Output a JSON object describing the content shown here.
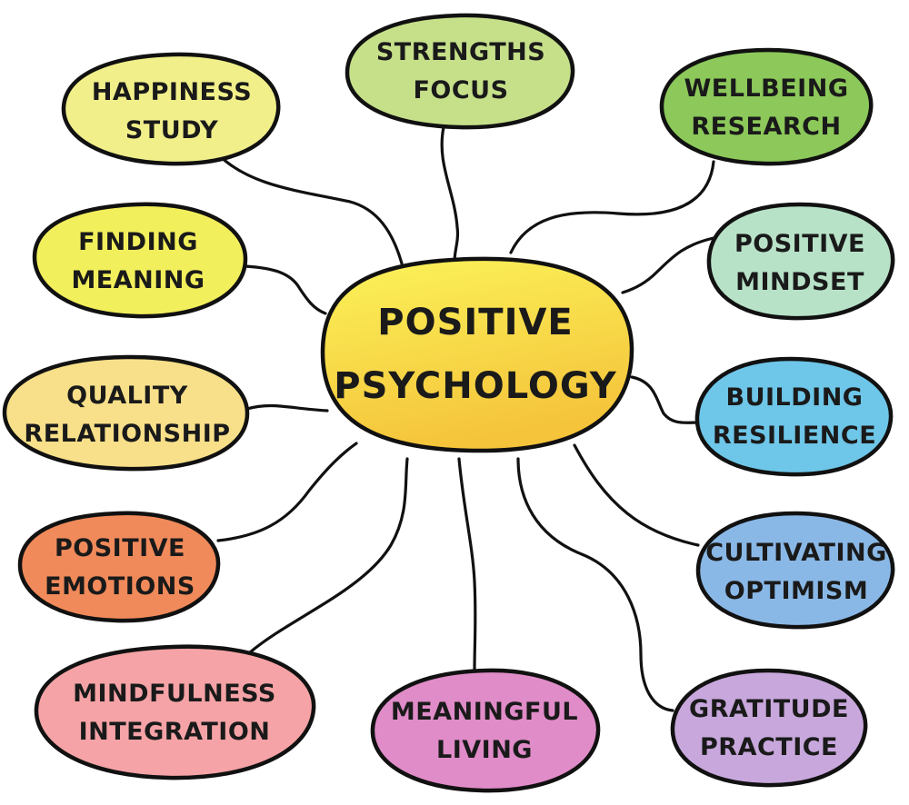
{
  "center": {
    "lines": [
      "POSITIVE",
      "PSYCHOLOGY"
    ],
    "color_top": "#fbf35a",
    "color_bottom": "#f5c43a"
  },
  "branches": [
    {
      "id": "happiness-study",
      "lines": [
        "HAPPINESS",
        "STUDY"
      ],
      "color": "#f1ef8a"
    },
    {
      "id": "strengths-focus",
      "lines": [
        "STRENGTHS",
        "FOCUS"
      ],
      "color": "#c6e08a"
    },
    {
      "id": "wellbeing-research",
      "lines": [
        "WELLBEING",
        "RESEARCH"
      ],
      "color": "#8cc85a"
    },
    {
      "id": "finding-meaning",
      "lines": [
        "FINDING",
        "MEANING"
      ],
      "color": "#f2ef5c"
    },
    {
      "id": "positive-mindset",
      "lines": [
        "POSITIVE",
        "MINDSET"
      ],
      "color": "#b8e2c8"
    },
    {
      "id": "quality-relationship",
      "lines": [
        "QUALITY",
        "RELATIONSHIP"
      ],
      "color": "#f8e08a"
    },
    {
      "id": "building-resilience",
      "lines": [
        "BUILDING",
        "RESILIENCE"
      ],
      "color": "#6ec6e8"
    },
    {
      "id": "positive-emotions",
      "lines": [
        "POSITIVE",
        "EMOTIONS"
      ],
      "color": "#f08a5a"
    },
    {
      "id": "cultivating-optimism",
      "lines": [
        "CULTIVATING",
        "OPTIMISM"
      ],
      "color": "#8ab8e6"
    },
    {
      "id": "mindfulness-integration",
      "lines": [
        "MINDFULNESS",
        "INTEGRATION"
      ],
      "color": "#f5a3a6"
    },
    {
      "id": "meaningful-living",
      "lines": [
        "MEANINGFUL",
        "LIVING"
      ],
      "color": "#e08cc8"
    },
    {
      "id": "gratitude-practice",
      "lines": [
        "GRATITUDE",
        "PRACTICE"
      ],
      "color": "#c8a8dc"
    }
  ],
  "side_id": "819068288"
}
